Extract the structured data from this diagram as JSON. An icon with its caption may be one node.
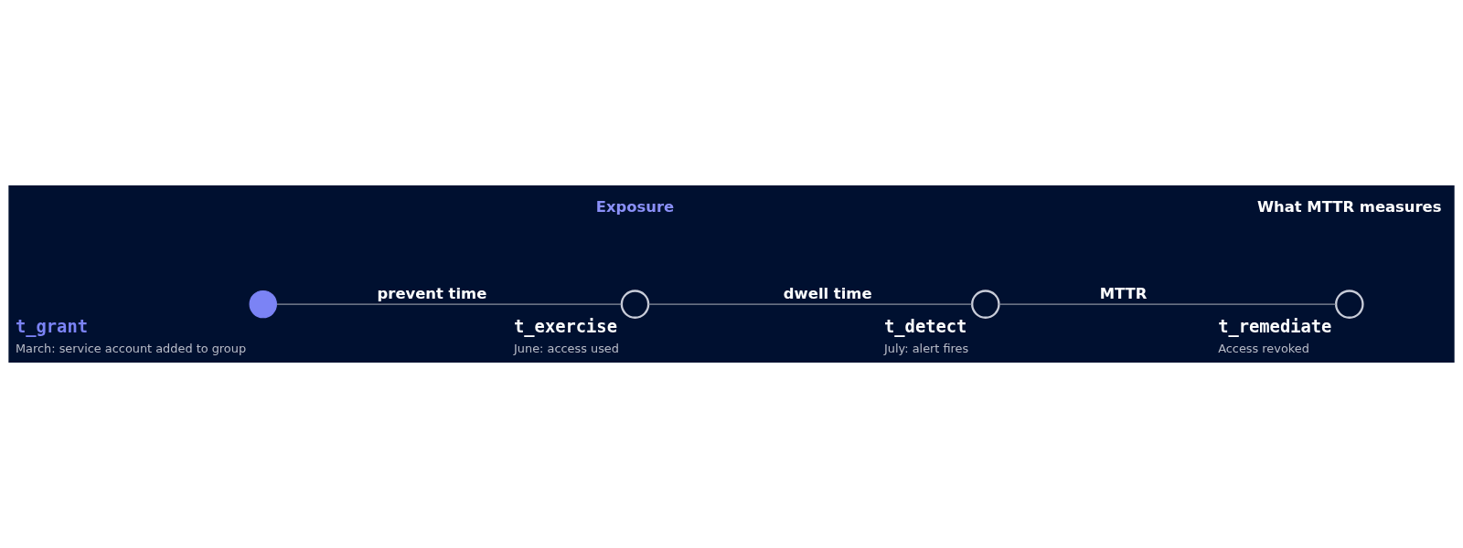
{
  "diagram": {
    "nodes": [
      {
        "text": [],
        "shape": "circle",
        "beside": [
          "t_grant",
          "March: service account added to group"
        ]
      },
      {
        "text": [],
        "shape": "circle",
        "beside": [
          "t_exercise",
          "June: access used"
        ]
      },
      {
        "text": [],
        "shape": "circle",
        "beside": [
          "t_detect",
          "July: alert fires"
        ]
      },
      {
        "text": [],
        "shape": "circle",
        "beside": [
          "t_remediate",
          "Access revoked"
        ]
      }
    ],
    "edges": [
      {
        "from": 0,
        "to": 1,
        "arrow": "none",
        "label": "prevent time"
      },
      {
        "from": 1,
        "to": 2,
        "arrow": "none",
        "label": "dwell time"
      },
      {
        "from": 2,
        "to": 3,
        "arrow": "none",
        "label": "MTTR"
      }
    ],
    "labels": [
      "Exposure",
      "What MTTR measures"
    ]
  }
}
